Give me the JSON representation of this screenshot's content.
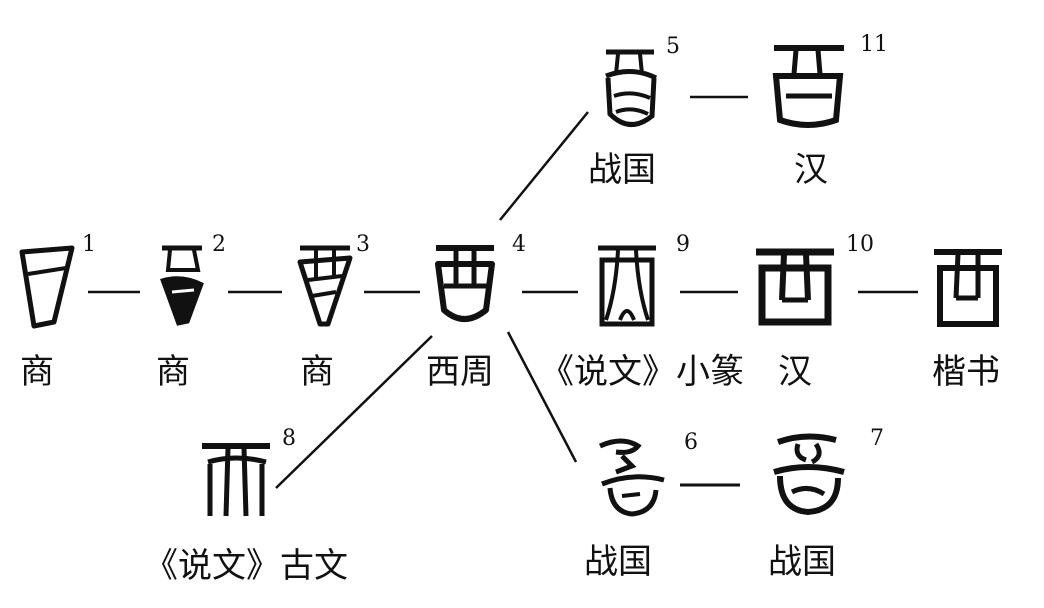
{
  "diagram": {
    "nodes": [
      {
        "id": "n1",
        "number": "1",
        "period": "商"
      },
      {
        "id": "n2",
        "number": "2",
        "period": "商"
      },
      {
        "id": "n3",
        "number": "3",
        "period": "商"
      },
      {
        "id": "n4",
        "number": "4",
        "period": "西周"
      },
      {
        "id": "n9",
        "number": "9",
        "period": "《说文》小篆"
      },
      {
        "id": "n10",
        "number": "10",
        "period": "汉"
      },
      {
        "id": "n12",
        "number": "",
        "period": "楷书"
      },
      {
        "id": "n5",
        "number": "5",
        "period": "战国"
      },
      {
        "id": "n11",
        "number": "11",
        "period": "汉"
      },
      {
        "id": "n6",
        "number": "6",
        "period": "战国"
      },
      {
        "id": "n7",
        "number": "7",
        "period": "战国"
      },
      {
        "id": "n8",
        "number": "8",
        "period": "《说文》古文"
      }
    ],
    "links": [
      [
        "n1",
        "n2"
      ],
      [
        "n2",
        "n3"
      ],
      [
        "n3",
        "n4"
      ],
      [
        "n4",
        "n9"
      ],
      [
        "n9",
        "n10"
      ],
      [
        "n10",
        "n12"
      ],
      [
        "n4",
        "n5"
      ],
      [
        "n5",
        "n11"
      ],
      [
        "n4",
        "n6"
      ],
      [
        "n6",
        "n7"
      ],
      [
        "n4",
        "n8"
      ]
    ]
  }
}
